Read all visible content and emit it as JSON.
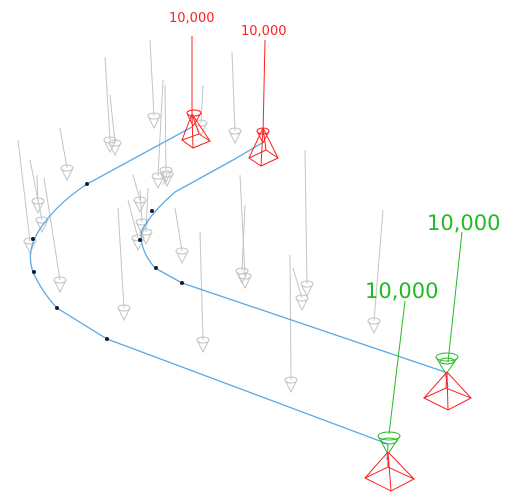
{
  "colors": {
    "background": "#ffffff",
    "beam": "#5aa9e6",
    "node": "#1a1a2e",
    "load_line": "#c4c4c4",
    "load_cone": "#c4c4c4",
    "support_start": "#ff2020",
    "support_end": "#22bb22"
  },
  "labels": {
    "red_left": "10,000",
    "red_right": "10,000",
    "green_upper": "10,000",
    "green_lower": "10,000"
  },
  "members": [
    {
      "name": "outer-beam"
    },
    {
      "name": "inner-beam"
    }
  ],
  "loads": {
    "count": 26
  },
  "supports": [
    {
      "name": "support-red-left",
      "kind": "start"
    },
    {
      "name": "support-red-right",
      "kind": "start"
    },
    {
      "name": "support-green-upper",
      "kind": "end"
    },
    {
      "name": "support-green-lower",
      "kind": "end"
    }
  ]
}
